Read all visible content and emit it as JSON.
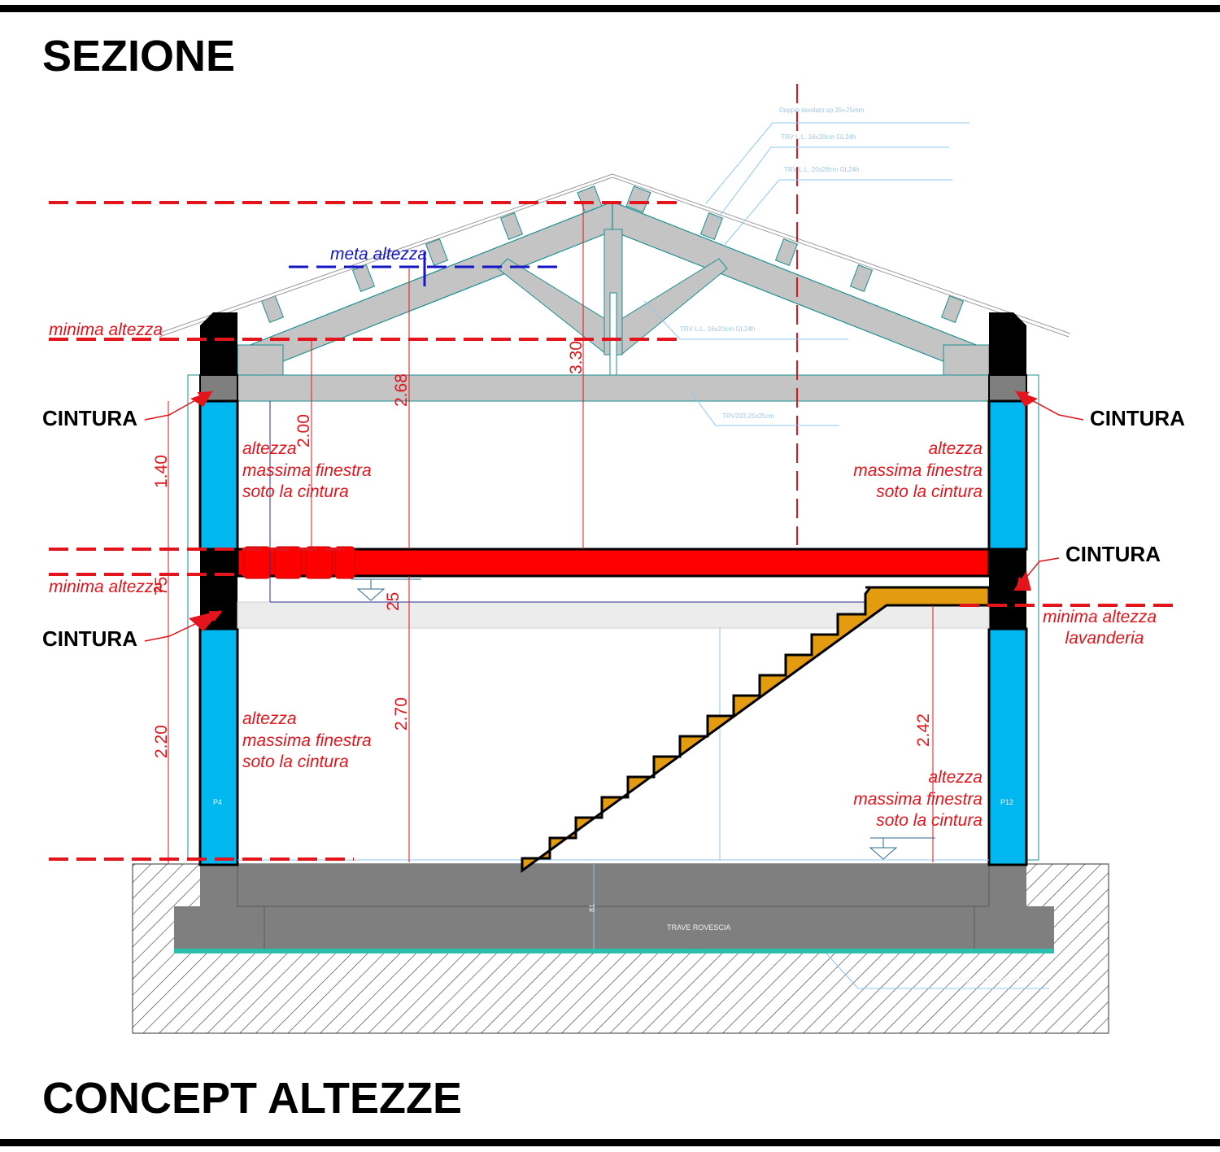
{
  "titles": {
    "top": "SEZIONE",
    "bottom": "CONCEPT ALTEZZE"
  },
  "labels": {
    "cintura": "CINTURA",
    "minima_altezza": "minima altezza",
    "meta_altezza": "meta altezza",
    "minima_altezza_lavanderia_l1": "minima altezza",
    "minima_altezza_lavanderia_l2": "lavanderia",
    "finestra_l1": "altezza",
    "finestra_l2": "massima finestra",
    "finestra_l3": "soto la cintura"
  },
  "dimensions": {
    "d_330": "3.30",
    "d_268": "2.68",
    "d_200": "2.00",
    "d_140": "1.40",
    "d_75": "75",
    "d_25": "25",
    "d_270": "2.70",
    "d_220": "2.20",
    "d_242": "2.42",
    "d_81": "81"
  },
  "annotations": {
    "doppio_tavolato": "Doppio tavolato sp.35+25mm",
    "trv_16x20": "TRV L.L. 16x20cm GL24h",
    "trv_20x28": "TRV L.L. 20x28cm GL24h",
    "trv_16x20_b": "TRV L.L. 16x20cm GL24h",
    "trv203": "TRV203 25x25cm",
    "trave_rovescia": "TRAVE ROVESCIA",
    "magrone": "Magro di fondazione sp.5cm",
    "pillar_left": "P4",
    "pillar_right": "P12"
  },
  "colors": {
    "dashed_red": "#e3141b",
    "dashed_blue": "#1515c8",
    "pillar_blue": "#00b7ef",
    "slab_red": "#ff0000",
    "stair_orange": "#e39b0f",
    "timber_grey": "#c0c0c0",
    "concrete_grey": "#7f7f7f",
    "teal": "#1b8f8f"
  }
}
